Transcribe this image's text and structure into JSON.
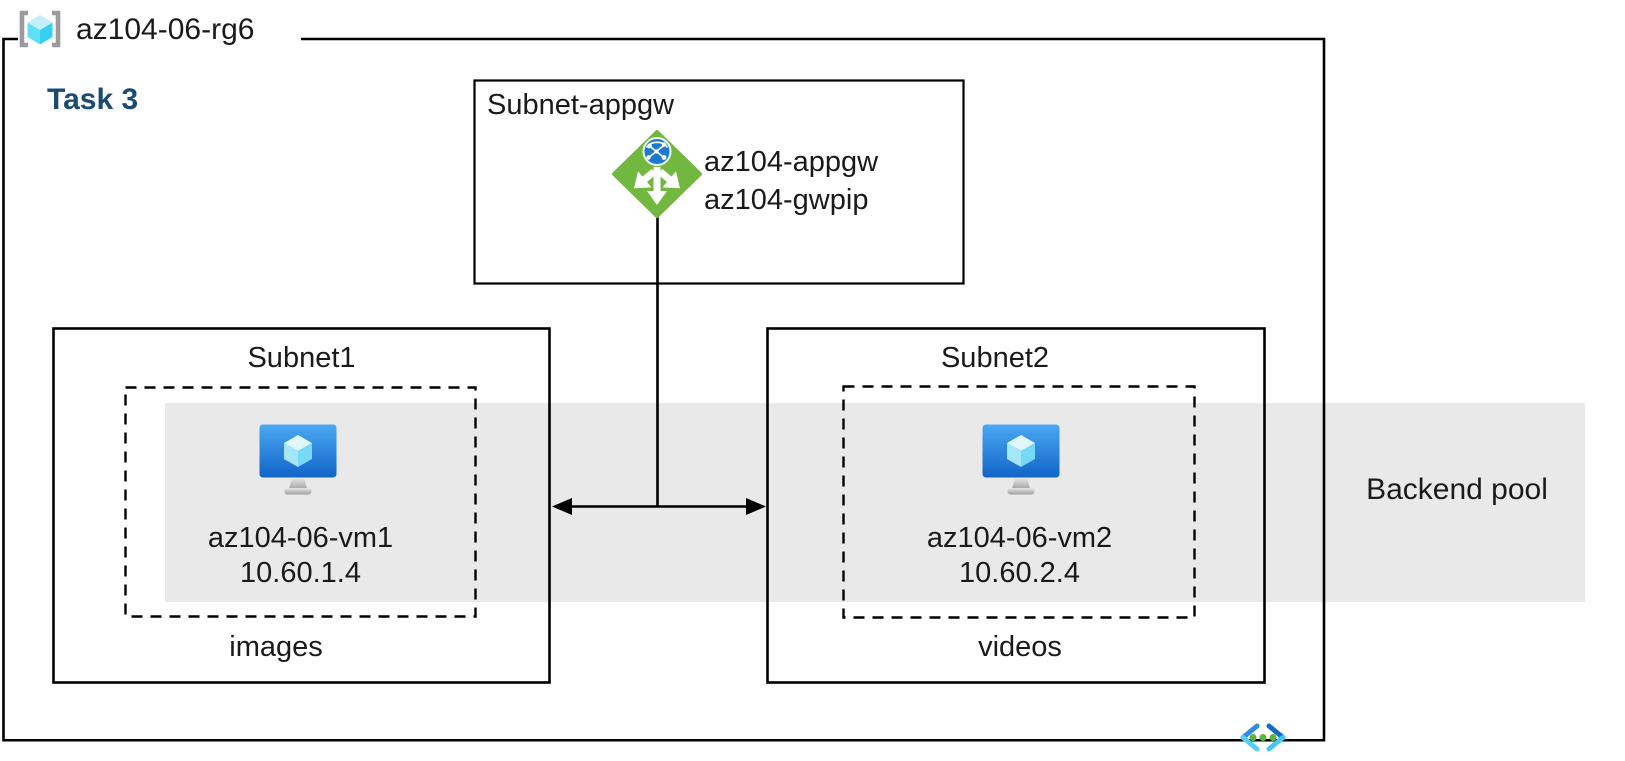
{
  "diagram": {
    "resource_group": {
      "name": "az104-06-rg6",
      "icon": "resource-group-icon"
    },
    "task_label": "Task 3",
    "appgw_subnet": {
      "label": "Subnet-appgw",
      "gateway_name": "az104-appgw",
      "public_ip_name": "az104-gwpip",
      "icon": "application-gateway-icon"
    },
    "subnet1": {
      "label": "Subnet1",
      "vm_name": "az104-06-vm1",
      "vm_ip": "10.60.1.4",
      "backend_target": "images",
      "icon": "virtual-machine-icon"
    },
    "subnet2": {
      "label": "Subnet2",
      "vm_name": "az104-06-vm2",
      "vm_ip": "10.60.2.4",
      "backend_target": "videos",
      "icon": "virtual-machine-icon"
    },
    "backend_pool": {
      "label": "Backend pool"
    },
    "vnet_icon": "virtual-network-icon",
    "colors": {
      "backend_pool_band": "#E9E9E9",
      "task_label_blue": "#1B4B73",
      "appgw_green": "#72B840",
      "globe_blue": "#1B79D2",
      "vm_blue_top": "#4AA8F2",
      "vm_blue_bottom": "#1265C8",
      "rg_cube_cyan": "#35D0F2",
      "vnet_blue": "#2E8DE1",
      "vnet_cyan": "#55CFF5",
      "vnet_dot_green": "#5BB53C",
      "line_black": "#000000"
    }
  }
}
